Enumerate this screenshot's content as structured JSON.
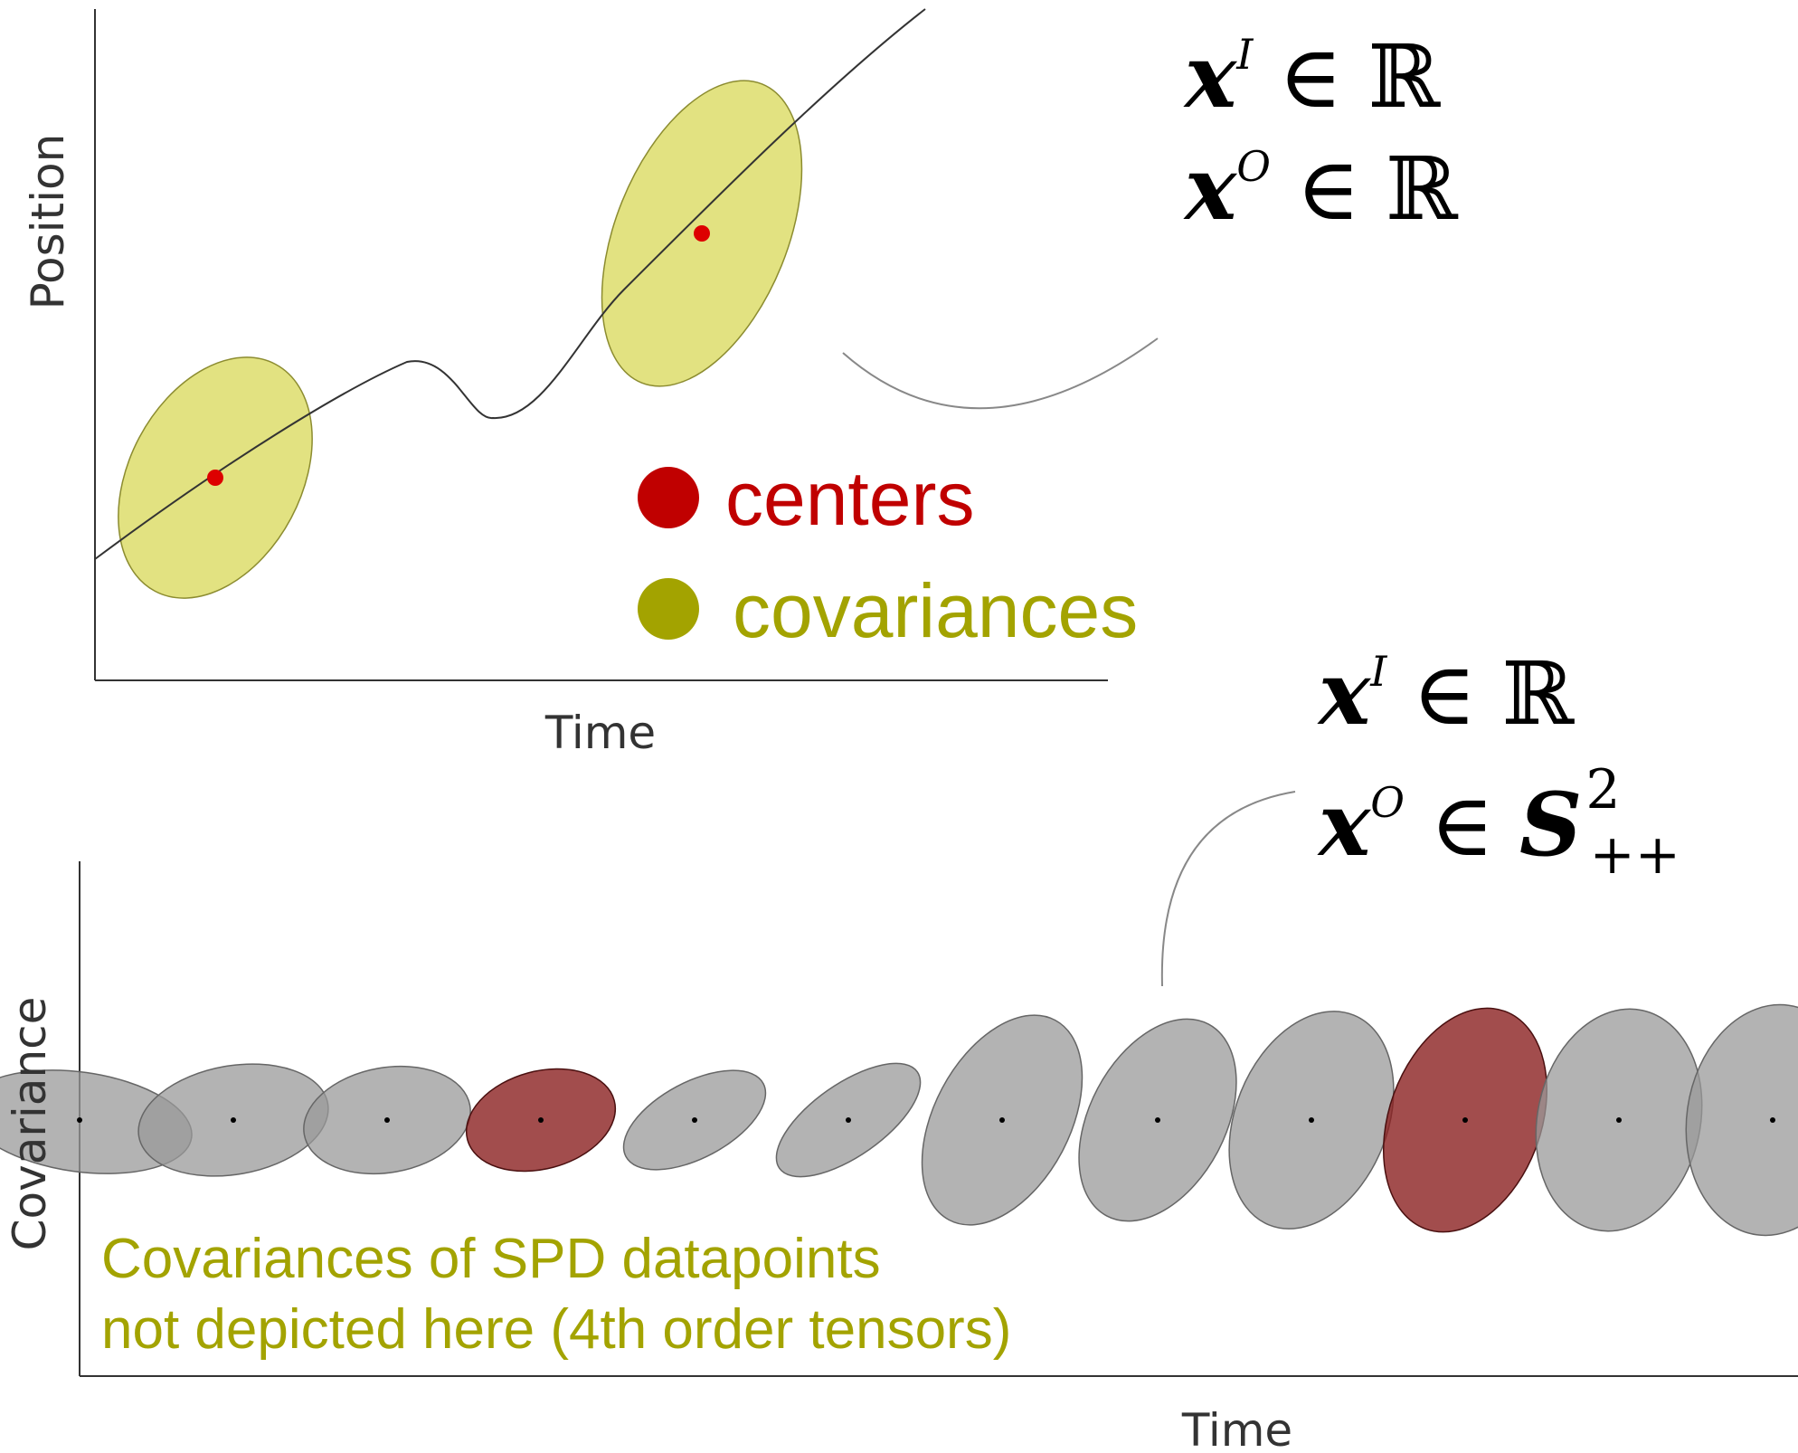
{
  "top_panel": {
    "x_label": "Time",
    "y_label": "Position",
    "legend": [
      {
        "label": "centers",
        "color": "#c00000"
      },
      {
        "label": "covariances",
        "color": "#a3a300"
      }
    ],
    "math_lines": [
      {
        "var": "x",
        "sup": "I",
        "space": "ℝ"
      },
      {
        "var": "x",
        "sup": "O",
        "space": "ℝ"
      }
    ],
    "ellipse_fill": "#e0e07a",
    "center_color": "#dd0000"
  },
  "bottom_panel": {
    "x_label": "Time",
    "y_label": "Covariance",
    "note": [
      "Covariances of SPD datapoints",
      "not depicted here (4th order tensors)"
    ],
    "note_color": "#a3a300",
    "math_lines": [
      {
        "var": "x",
        "sup": "I",
        "space": "ℝ"
      },
      {
        "var": "x",
        "sup": "O",
        "space": "S",
        "space_sup": "2",
        "space_sub": "++"
      }
    ],
    "ellipse_colors": {
      "default": "#9a9a9a",
      "highlight": "#8b2020"
    }
  }
}
